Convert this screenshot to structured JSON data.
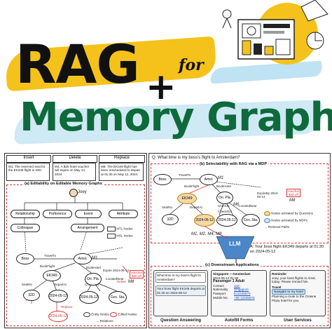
{
  "header": {
    "title_rag": "RAG",
    "title_for": "for",
    "title_plus": "+",
    "title_memory_graph": "Memory Graph",
    "colors": {
      "yellow": "#f4c21b",
      "blue_brush": "#bfe3f3",
      "green": "#0e6a3a",
      "text": "#111111"
    }
  },
  "left_panel": {
    "headers": [
      "Insert",
      "Delete",
      "Replace"
    ],
    "cells": [
      "M1: The reserved seat for the EK349 flight is 32D.",
      "M4: A $20 hotel voucher will expire on May 14, 2024.",
      "M8: The EK349 flight has been rescheduled to depart at 01:30 on May 12, 2024."
    ],
    "subtitle": "(a) Editability on Editable Memory Graphs",
    "root": "Joey",
    "level1": [
      "Relationship",
      "Preference",
      "Event",
      "Attribute"
    ],
    "level2": [
      "Colleague",
      "Arrangement"
    ],
    "nodes": [
      "Boss",
      "Amst.",
      "EK349",
      "32D",
      "2024-05-12",
      "Ori. Pla.",
      "Cen. Sta.",
      "2024-05-12"
    ],
    "node_m1": "M1",
    "node_m8": "M8",
    "edges": [
      "TravelTo",
      "BookFlight",
      "BookHotel",
      "SeatNo",
      "DepartAt",
      "CheckIn",
      "CheckOut",
      "LocatedNear",
      "Expire 2024-05-14"
    ],
    "annotations": [
      "Insert",
      "Replace",
      "Delete"
    ],
    "legend": [
      "MTL Nodes",
      "MSL Nodes",
      "Entity Nodes",
      "Edited Nodes",
      "Relations"
    ],
    "voucher": "Voucher $20 off"
  },
  "right_panel": {
    "question": "Q: What time is my boss's flight to Amsterdam?",
    "subtitle_b": "(b) Selectability with RAG via a MDP",
    "nodes": [
      "Boss",
      "Amst.",
      "EK349",
      "32D",
      "2024-05-12",
      "Ori. Pla.",
      "Cen. Sta."
    ],
    "edges": [
      "TravelTo",
      "BookFlight",
      "BookHotel",
      "SeatNo",
      "DepartAt",
      "CheckIn",
      "CheckOut",
      "LocatedNear",
      "ExpireBy 2024-05-14"
    ],
    "m_labels": [
      "M1",
      "M6",
      "M2",
      "M4",
      "M8"
    ],
    "legend": [
      "Nodes activated by Questions",
      "Nodes activated by MDPs",
      "Retrieval Paths"
    ],
    "llm": "LLM",
    "answer": "A: Your boss flight EK349 departs at 01:30 on 2024-05-12",
    "subtitle_c": "(c) Downstream Applications",
    "qa_box": {
      "q": "What time is my boss's flight to Amsterdam?",
      "a": "Your boss flight EK349 departs at 01:30 on 2024-05-12"
    },
    "form_box": {
      "route": "Singapore —Amsterdam",
      "date": "2024-05-12 01:30",
      "passenger": "Passenger 1 Adult",
      "rows": [
        [
          "Contact",
          "Jam"
        ],
        [
          "Nationality",
          "Singapore"
        ],
        [
          "Passport",
          "E12345678"
        ],
        [
          "Mobile No.",
          "+65 12345678"
        ]
      ]
    },
    "service_box": {
      "reminder": "Reminder",
      "reminder_text": "Joey, your boss flights to Amst. today. Please remind him.",
      "travel": "Travel",
      "travel_chip": "Navigate to my hotel",
      "travel_text": "Planning a route to the Crowne Plaza hotel for you."
    },
    "apps": [
      "Question Answering",
      "Autofill Forms",
      "User Services"
    ]
  }
}
